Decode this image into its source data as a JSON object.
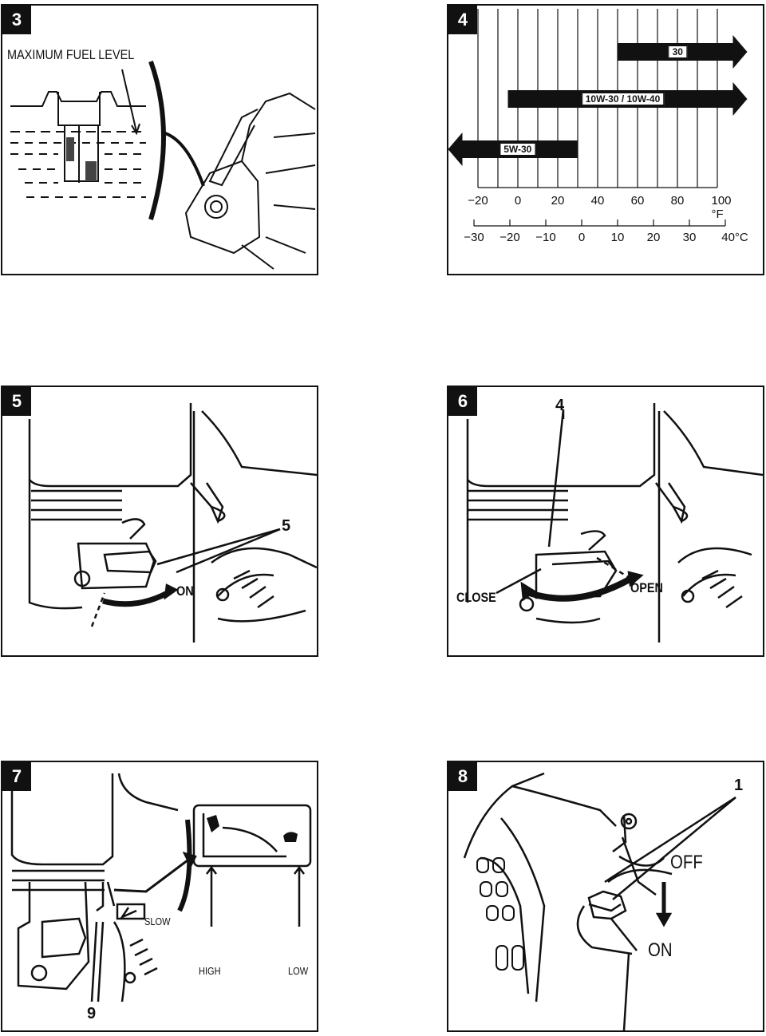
{
  "panels": [
    {
      "number": "3",
      "labels": {
        "fuel_level": "MAXIMUM FUEL LEVEL"
      }
    },
    {
      "number": "4"
    },
    {
      "number": "5",
      "labels": {
        "callout": "5",
        "on": "ON"
      }
    },
    {
      "number": "6",
      "labels": {
        "callout": "4",
        "close": "CLOSE",
        "open": "OPEN"
      }
    },
    {
      "number": "7",
      "labels": {
        "slow": "SLOW",
        "high": "HIGH",
        "low": "LOW",
        "callout": "9"
      }
    },
    {
      "number": "8",
      "labels": {
        "callout": "1",
        "off": "OFF",
        "on": "ON"
      }
    }
  ],
  "chart_data": {
    "type": "bar",
    "title": "",
    "xlabel": "",
    "ylabel": "",
    "fahrenheit_ticks": [
      -20,
      0,
      20,
      40,
      60,
      80,
      100
    ],
    "fahrenheit_tick_labels": [
      "−20",
      "0",
      "20",
      "40",
      "60",
      "80",
      "100 °F"
    ],
    "celsius_ticks": [
      -30,
      -20,
      -10,
      0,
      10,
      20,
      30,
      40
    ],
    "celsius_tick_labels": [
      "−30",
      "−20",
      "−10",
      "0",
      "10",
      "20",
      "30",
      "40°C"
    ],
    "xlim_f": [
      -20,
      100
    ],
    "grid": true,
    "series": [
      {
        "name": "30",
        "range_f": [
          50,
          115
        ],
        "direction": "right"
      },
      {
        "name": "10W-30 / 10W-40",
        "range_f": [
          -5,
          115
        ],
        "direction": "right"
      },
      {
        "name": "5W-30",
        "range_f": [
          -35,
          30
        ],
        "direction": "left"
      }
    ],
    "bar_color": "#111111"
  }
}
